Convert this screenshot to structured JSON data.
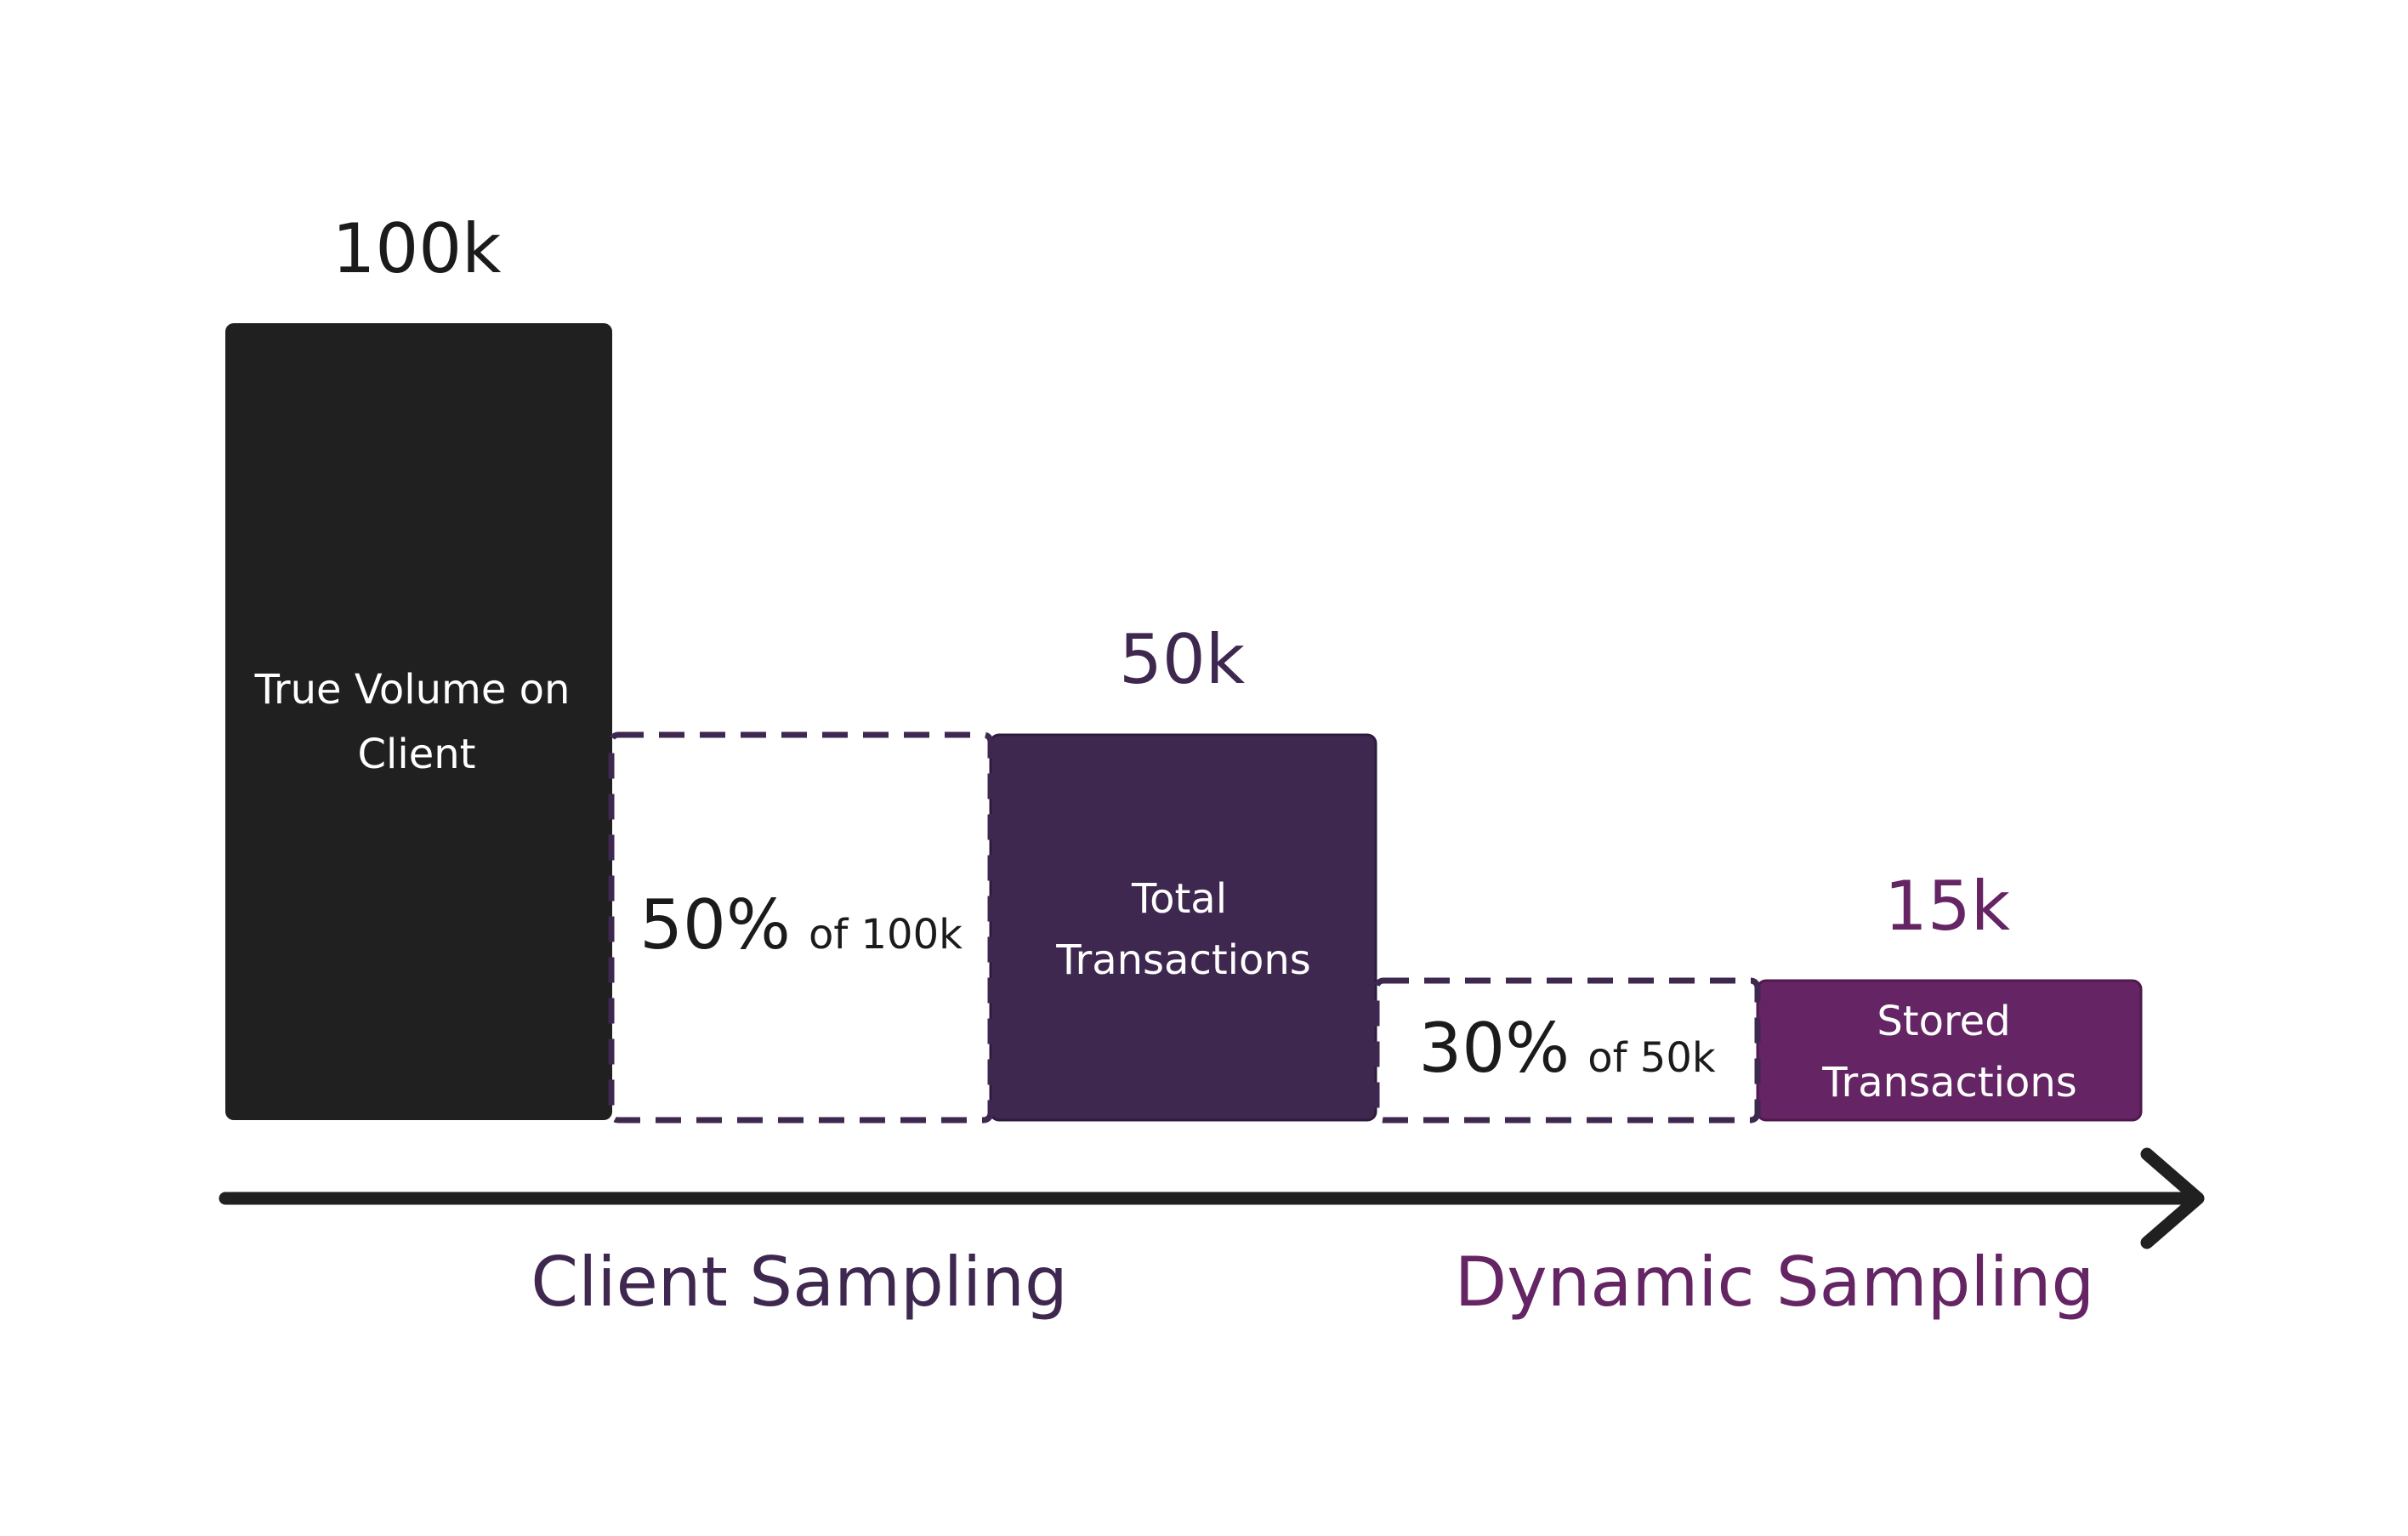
{
  "stages": [
    {
      "id": "client",
      "value": 100,
      "value_label": "100k",
      "label_lines": [
        "True Volume on",
        "Client"
      ]
    },
    {
      "id": "total",
      "value": 50,
      "value_label": "50k",
      "label_lines": [
        "Total",
        "Transactions"
      ]
    },
    {
      "id": "stored",
      "value": 15,
      "value_label": "15k",
      "label_lines": [
        "Stored",
        "Transactions"
      ]
    }
  ],
  "reductions": [
    {
      "percent": 50,
      "percent_label": "50%",
      "of_label": "of 100k"
    },
    {
      "percent": 30,
      "percent_label": "30%",
      "of_label": "of 50k"
    }
  ],
  "phases": {
    "client_sampling": "Client Sampling",
    "dynamic_sampling": "Dynamic Sampling"
  },
  "colors": {
    "client_bar": "#202020",
    "total_bar": "#3f2850",
    "stored_bar": "#652463",
    "dashed_border": "#3f2850",
    "dark_text": "#1b1b1b",
    "arrow": "#202020",
    "client_phase_text": "#3f2850",
    "dynamic_phase_text": "#652463",
    "value_50k_text": "#3f2850",
    "value_15k_text": "#652463"
  }
}
